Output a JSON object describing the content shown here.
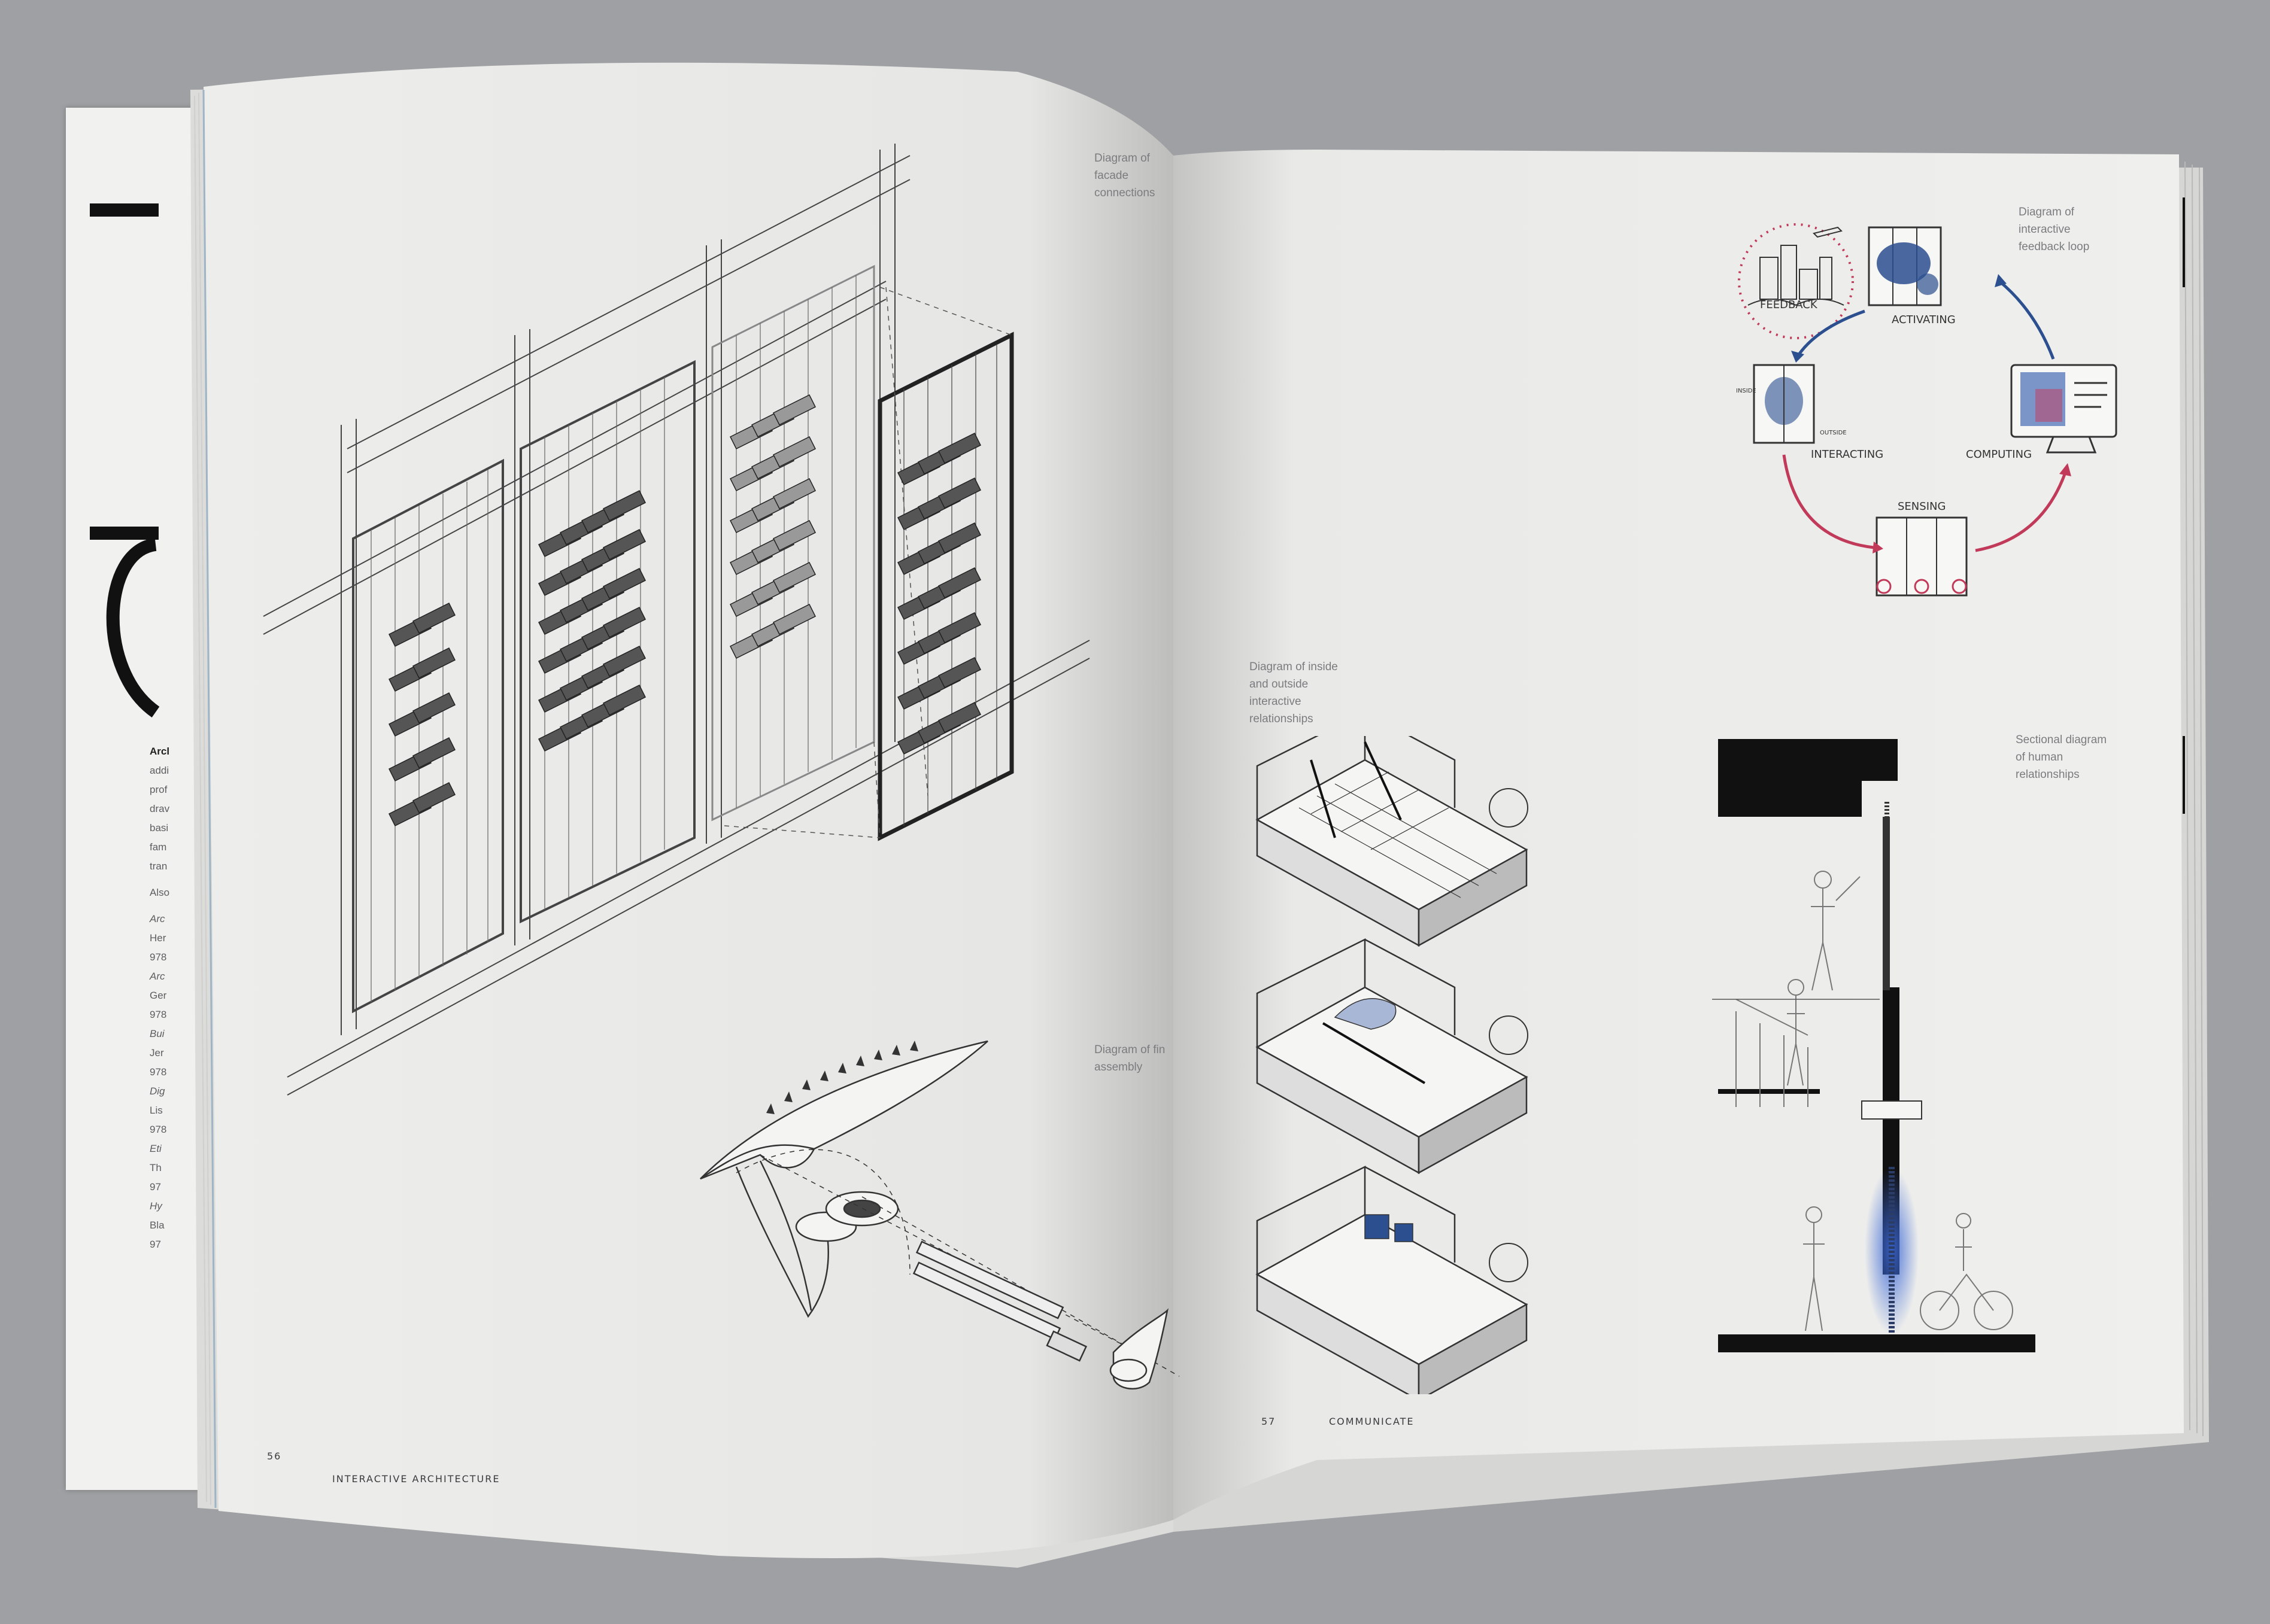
{
  "left_page": {
    "page_number": "56",
    "section_title": "INTERACTIVE ARCHITECTURE",
    "caption_facade": "Diagram of facade\nconnections",
    "caption_fin": "Diagram of fin\nassembly"
  },
  "right_page": {
    "page_number": "57",
    "section_title": "COMMUNICATE",
    "caption_feedback": "Diagram of\ninteractive\nfeedback loop",
    "caption_inside_outside": "Diagram of inside\nand outside\ninteractive\nrelationships",
    "caption_sectional": "Sectional diagram\nof human\nrelationships",
    "loop_labels": {
      "feedback": "FEEDBACK",
      "activating": "ACTIVATING",
      "interacting": "INTERACTING",
      "computing": "COMPUTING",
      "sensing": "SENSING",
      "inside": "INSIDE",
      "outside": "OUTSIDE"
    }
  },
  "back_book": {
    "visible_lines": [
      "Arcl",
      "addi",
      "prof",
      "drav",
      "basi",
      "fam",
      "tran",
      "Also",
      "Arc",
      "Her",
      "978",
      "Arc",
      "Ger",
      "978",
      "Bui",
      "Jer",
      "978",
      "Dig",
      "Lis",
      "978",
      "Eti",
      "Th",
      "97",
      "Hy",
      "Bla",
      "97"
    ]
  },
  "colors": {
    "background": "#9ea0a3",
    "paper": "#ececea",
    "ink": "#2a2b2d",
    "accent_blue": "#2b4f8f",
    "accent_red": "#c13a5a"
  }
}
